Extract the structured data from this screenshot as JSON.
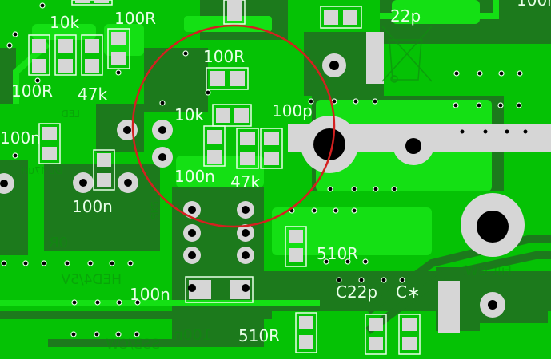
{
  "colors": {
    "copper": "#05c205",
    "copper_dark": "#1c7a1c",
    "copper_bright": "#14e014",
    "pad": "#d6d6d6",
    "silkscreen": "#e8ffe8",
    "drill": "#000000",
    "highlight_circle": "#d42020"
  },
  "labels": {
    "r_10k_top": "10k",
    "r_100R_top": "100R",
    "r_100R_left": "100R",
    "r_47k_left": "47k",
    "r_100R_center": "100R",
    "r_10k_center": "10k",
    "c_100p": "100p",
    "c_22p_top": "22p",
    "c_100n_left": "100n",
    "c_100n_mid": "100n",
    "c_100n_center": "100n",
    "r_47k_center": "47k",
    "r_510R_right": "510R",
    "c_100n_bottom": "100n",
    "r_510R_bottom": "510R",
    "c_22p_bottom": "C22p",
    "c_star": "C∗",
    "corner_partial": "100r"
  },
  "backside_labels": {
    "ssb_cw": "SSB/CW",
    "hed": "HED4/5V",
    "zero_r": "0R",
    "dl": "DL 47uH",
    "led": "LED",
    "sk5": "SK5",
    "filt": "Filt CW",
    "back_100n": "100n"
  },
  "icons": {
    "weee": "weee-bin-icon"
  }
}
